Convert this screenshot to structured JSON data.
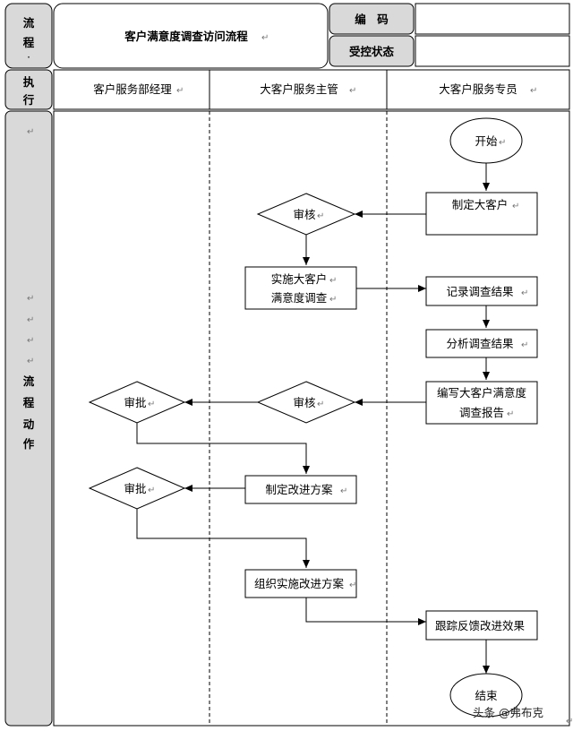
{
  "header": {
    "left_label": "流程",
    "left_dot": "·",
    "title": "客户满意度调查访问流程",
    "code_label": "编　码",
    "code_value": "",
    "status_label": "受控状态",
    "status_value": ""
  },
  "lanes_header": {
    "exec_label": "执行",
    "lane1": "客户服务部经理",
    "lane2": "大客户服务主管",
    "lane3": "大客户服务专员"
  },
  "side_label": "流程动作",
  "nodes": {
    "start": "开始",
    "make_customer": "制定大客户",
    "review1": "审核",
    "implement_line1": "实施大客户",
    "implement_line2": "满意度调查",
    "record": "记录调查结果",
    "analyze": "分析调查结果",
    "report_line1": "编写大客户满意度",
    "report_line2": "调查报告",
    "review2": "审核",
    "approve1": "审批",
    "plan": "制定改进方案",
    "approve2": "审批",
    "organize": "组织实施改进方案",
    "track": "跟踪反馈改进效果",
    "end": "结束"
  },
  "return_mark": "↵",
  "watermark": "头条 @弗布克"
}
